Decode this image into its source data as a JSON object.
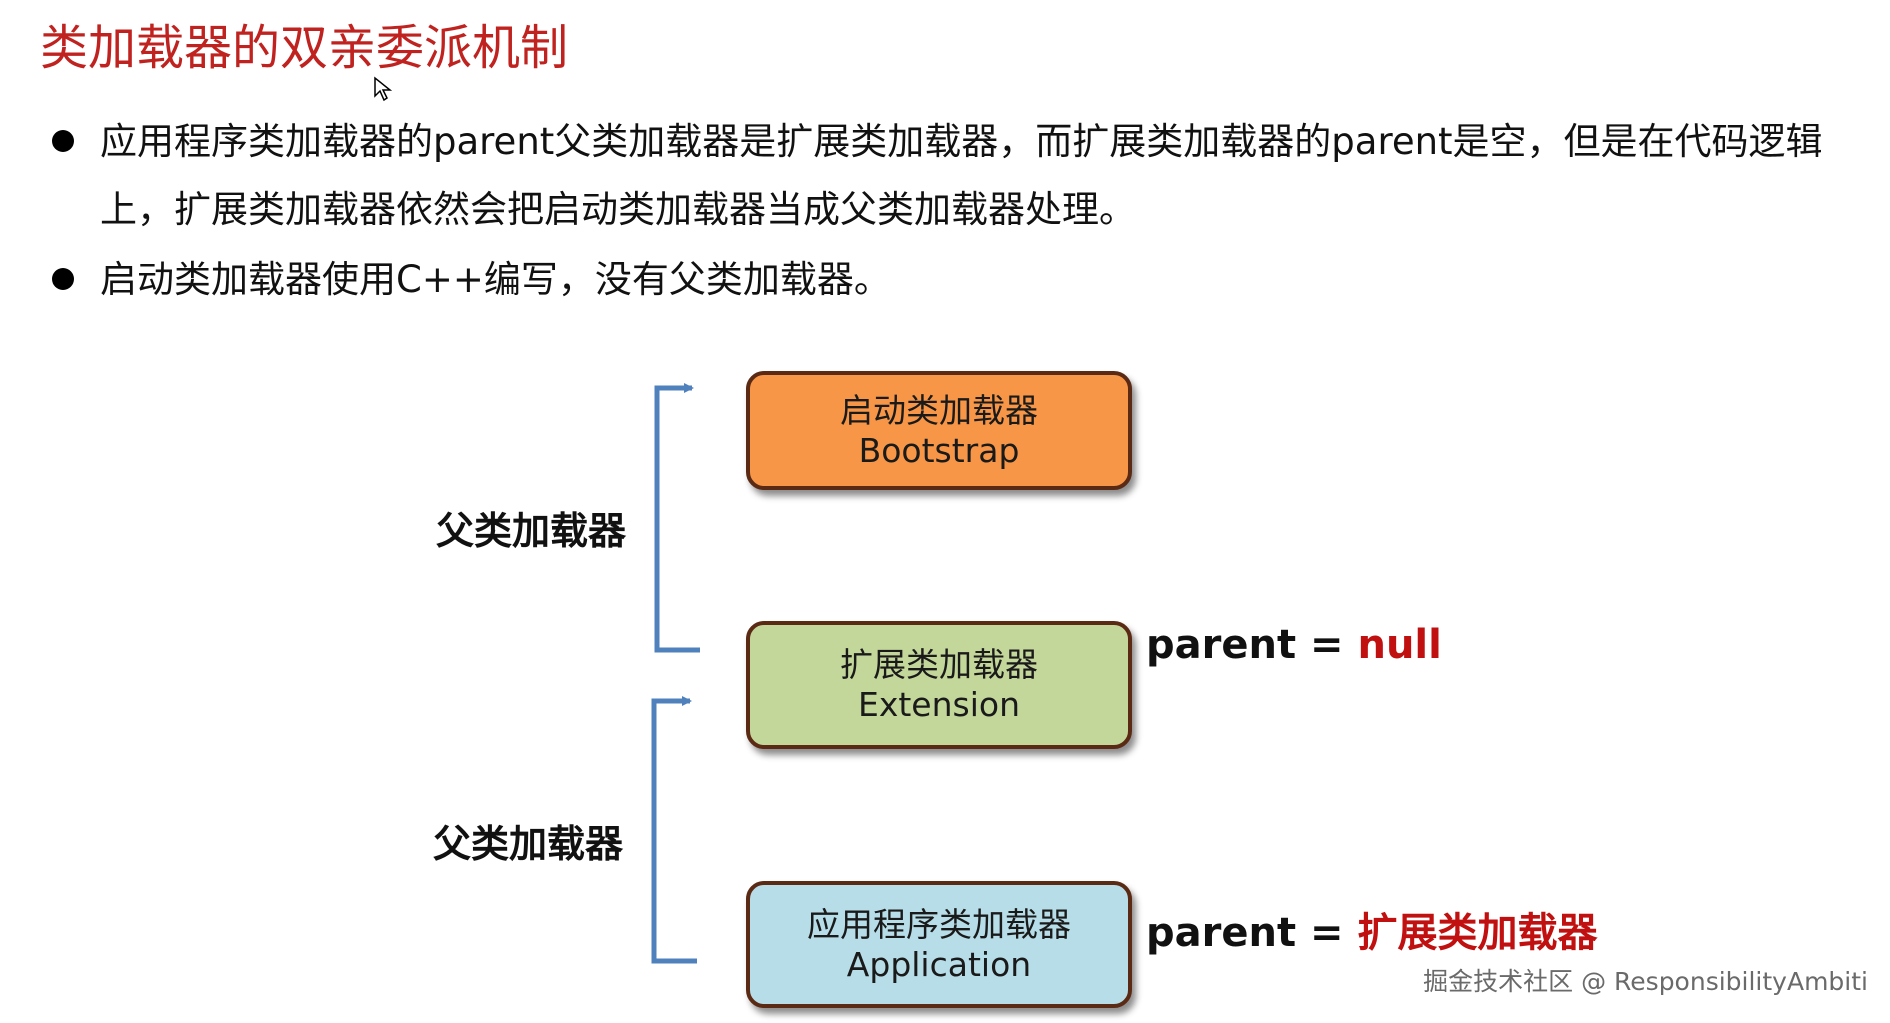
{
  "title": "类加载器的双亲委派机制",
  "bullets": [
    "应用程序类加载器的parent父类加载器是扩展类加载器，而扩展类加载器的parent是空，但是在代码逻辑上，扩展类加载器依然会把启动类加载器当成父类加载器处理。",
    "启动类加载器使用C++编写，没有父类加载器。"
  ],
  "diagram": {
    "boxes": [
      {
        "line1": "启动类加载器",
        "line2": "Bootstrap",
        "color": "#f79646"
      },
      {
        "line1": "扩展类加载器",
        "line2": "Extension",
        "color": "#c4d79b"
      },
      {
        "line1": "应用程序类加载器",
        "line2": "Application",
        "color": "#b7dde8"
      }
    ],
    "side_labels": [
      "父类加载器",
      "父类加载器"
    ],
    "parent_labels": [
      {
        "key": "parent",
        "eq": "=",
        "value": "null"
      },
      {
        "key": "parent",
        "eq": "=",
        "value": "扩展类加载器"
      }
    ],
    "arrow_color": "#4f81bd"
  },
  "watermark": "掘金技术社区 @ ResponsibilityAmbiti"
}
